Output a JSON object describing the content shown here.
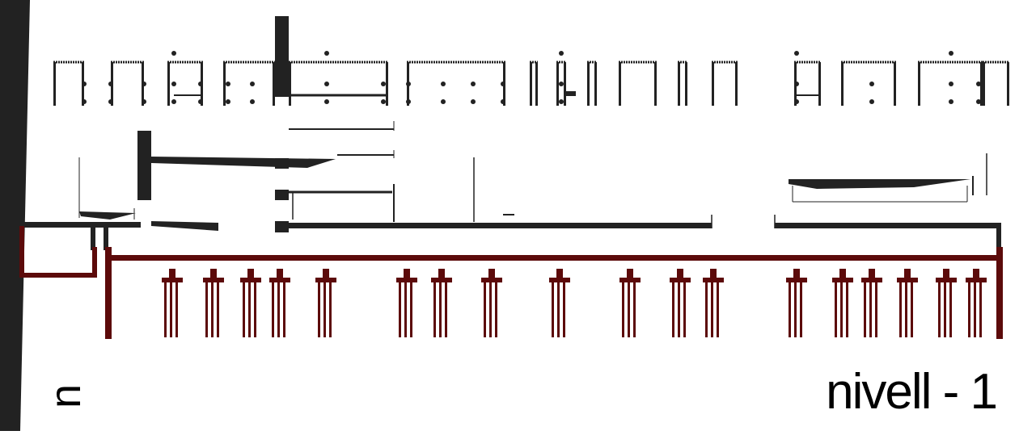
{
  "drawing": {
    "level_label": "nivell - 1",
    "edge_glyph": "n",
    "colors": {
      "ink": "#222222",
      "structure": "#5c0a0a",
      "background": "#ffffff"
    },
    "upper_bays": 16,
    "pile_groups": 18
  }
}
